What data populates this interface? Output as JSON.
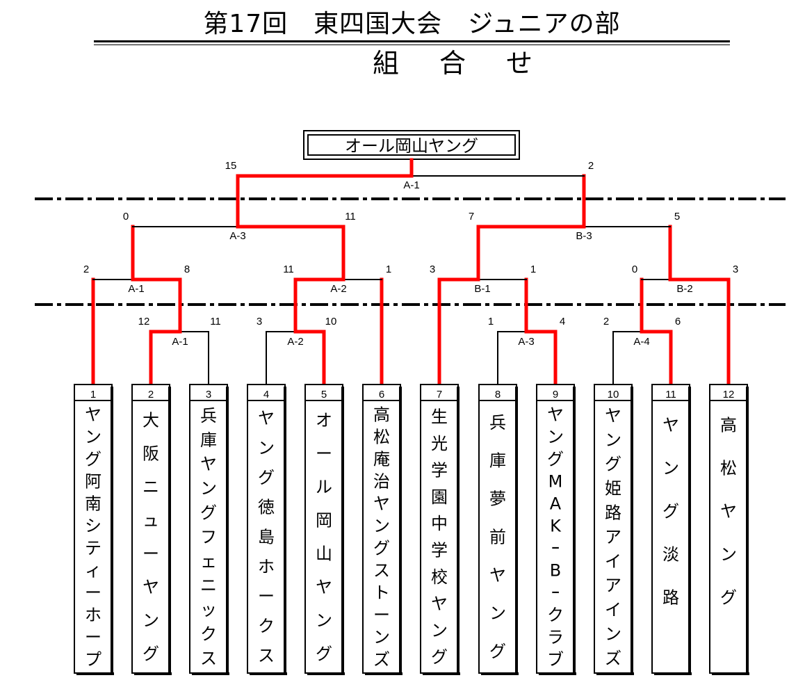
{
  "header": {
    "title": "第17回　東四国大会　ジュニアの部",
    "subtitle": "組合せ"
  },
  "winner": "オール岡山ヤング",
  "teams": [
    {
      "no": "1",
      "name": "ヤング阿南シティーホープ"
    },
    {
      "no": "2",
      "name": "大阪ニューヤング"
    },
    {
      "no": "3",
      "name": "兵庫ヤングフェニックス"
    },
    {
      "no": "4",
      "name": "ヤング徳島ホークス"
    },
    {
      "no": "5",
      "name": "オール岡山ヤング"
    },
    {
      "no": "6",
      "name": "高松庵治ヤングストーンズ"
    },
    {
      "no": "7",
      "name": "生光学園中学校ヤング"
    },
    {
      "no": "8",
      "name": "兵庫夢前ヤング"
    },
    {
      "no": "9",
      "name": "ヤングMAKｰBｰクラブ"
    },
    {
      "no": "10",
      "name": "ヤング姫路アイアインズ"
    },
    {
      "no": "11",
      "name": "ヤング淡路"
    },
    {
      "no": "12",
      "name": "高松ヤング"
    }
  ],
  "matches": [
    {
      "label": "A-1",
      "left_score": "12",
      "right_score": "11"
    },
    {
      "label": "A-2",
      "left_score": "3",
      "right_score": "10"
    },
    {
      "label": "A-3",
      "left_score": "1",
      "right_score": "4"
    },
    {
      "label": "A-4",
      "left_score": "2",
      "right_score": "6"
    },
    {
      "label": "A-1",
      "left_score": "2",
      "right_score": "8"
    },
    {
      "label": "A-2",
      "left_score": "11",
      "right_score": "1"
    },
    {
      "label": "B-1",
      "left_score": "3",
      "right_score": "1"
    },
    {
      "label": "B-2",
      "left_score": "0",
      "right_score": "3"
    },
    {
      "label": "A-3",
      "left_score": "0",
      "right_score": "11"
    },
    {
      "label": "B-3",
      "left_score": "7",
      "right_score": "5"
    },
    {
      "label": "A-1",
      "left_score": "15",
      "right_score": "2"
    }
  ],
  "colors": {
    "win_line": "#ff0000",
    "line": "#000000"
  }
}
